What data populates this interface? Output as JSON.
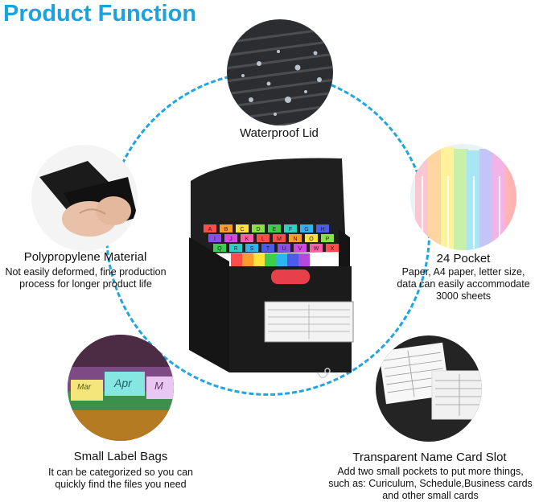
{
  "header": {
    "title": "Product Function"
  },
  "features": {
    "waterproof": {
      "title": "Waterproof Lid"
    },
    "material": {
      "title": "Polypropylene Material",
      "desc": [
        "Not easily deformed, fine production",
        "process for longer product life"
      ]
    },
    "pocket": {
      "title": "24 Pocket",
      "desc": [
        "Paper, A4 paper, letter size,",
        "data can easily accommodate",
        "3000 sheets"
      ]
    },
    "labels": {
      "title": "Small Label Bags",
      "desc": [
        "It can be categorized so you can",
        "quickly find the files you need"
      ],
      "tab_texts": [
        "Mar",
        "Apr",
        "M"
      ]
    },
    "cardslot": {
      "title": "Transparent Name Card Slot",
      "desc": [
        "Add two small pockets to put more things,",
        "such as: Curiculum, Schedule,Business cards",
        "and other small cards"
      ]
    }
  },
  "product": {
    "tab_letters": "ABCDEFGHIJKLMNOPQRSTUVWX"
  },
  "colors": {
    "accent": "#1aa3e0",
    "folder": "#1e1e1e",
    "handle": "#e8404a"
  }
}
